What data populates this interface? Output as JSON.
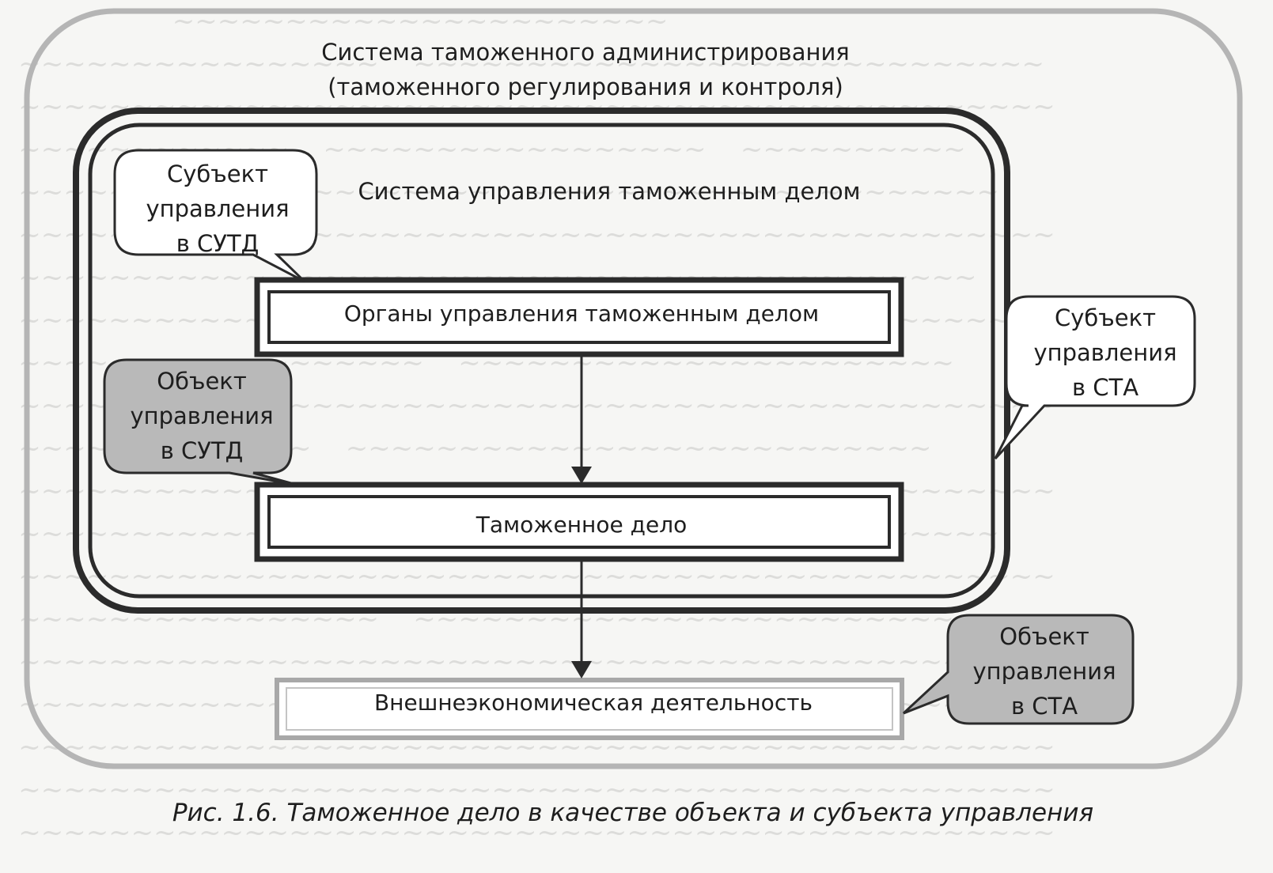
{
  "outer_system": {
    "title_line1": "Система таможенного администрирования",
    "title_line2": "(таможенного регулирования и контроля)"
  },
  "inner_system": {
    "title": "Система управления таможенным делом"
  },
  "boxes": {
    "organs": "Органы управления таможенным делом",
    "customs_affairs": "Таможенное дело",
    "foreign_economic_activity": "Внешнеэкономическая деятельность"
  },
  "callouts": {
    "subject_sutd": [
      "Субъект",
      "управления",
      "в СУТД"
    ],
    "object_sutd": [
      "Объект",
      "управления",
      "в СУТД"
    ],
    "subject_sta": [
      "Субъект",
      "управления",
      "в СТА"
    ],
    "object_sta": [
      "Объект",
      "управления",
      "в СТА"
    ]
  },
  "caption": "Рис. 1.6. Таможенное дело в качестве объекта и субъекта управления",
  "colors": {
    "background": "#f6f6f4",
    "frame_dark": "#2b2b2b",
    "outer_frame": "#b5b5b5",
    "object_fill": "#b9b9b9",
    "subject_fill": "#ffffff",
    "fea_border": "#a8a8a8"
  }
}
